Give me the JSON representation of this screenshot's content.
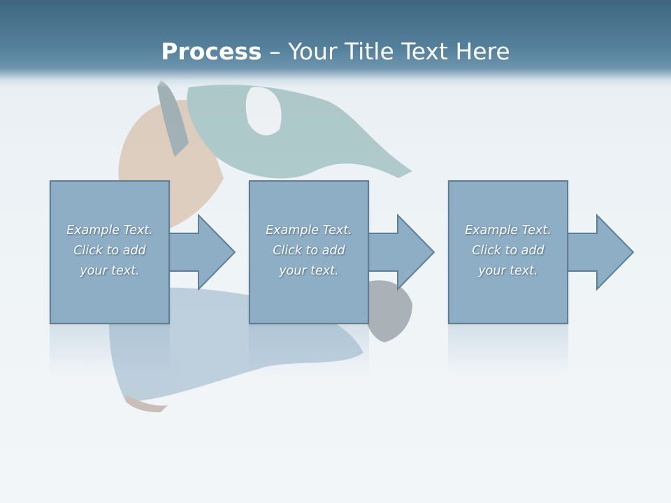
{
  "slide": {
    "title_bold": "Process",
    "title_rest": " – Your Title Text Here"
  },
  "steps": [
    {
      "line1": "Example Text.",
      "line2": "Click  to add",
      "line3": "your text."
    },
    {
      "line1": "Example Text.",
      "line2": "Click  to add",
      "line3": "your text."
    },
    {
      "line1": "Example Text.",
      "line2": "Click  to add",
      "line3": "your text."
    }
  ],
  "colors": {
    "header": "#4a728d",
    "box_fill": "#8eaec6",
    "box_border": "#5e7f96",
    "arrow_fill": "#8eaec6"
  }
}
